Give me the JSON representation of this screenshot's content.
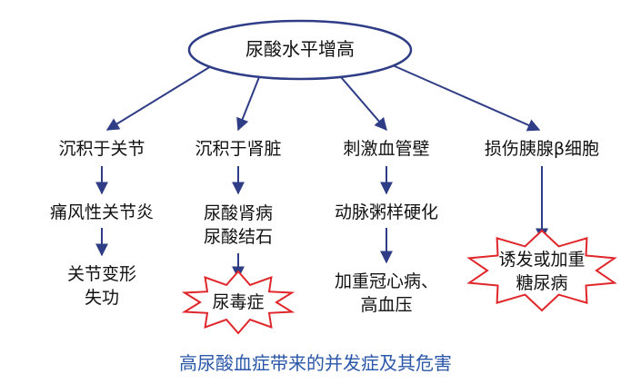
{
  "root": {
    "label": "尿酸水平增高"
  },
  "branches": [
    {
      "label": "沉积于关节",
      "step1": "痛风性关节炎",
      "step2": [
        "关节变形",
        "失功"
      ]
    },
    {
      "label": "沉积于肾脏",
      "step1": [
        "尿酸肾病",
        "尿酸结石"
      ],
      "outcome": "尿毒症"
    },
    {
      "label": "刺激血管壁",
      "step1": "动脉粥样硬化",
      "step2": [
        "加重冠心病、",
        "高血压"
      ]
    },
    {
      "label": "损伤胰腺β细胞",
      "outcome": [
        "诱发或加重",
        "糖尿病"
      ]
    }
  ],
  "caption": "高尿酸血症带来的并发症及其危害",
  "colors": {
    "arrow": "#2f3d86",
    "starStroke": "#e0262a",
    "caption": "#2b57a8",
    "text": "#111111"
  }
}
